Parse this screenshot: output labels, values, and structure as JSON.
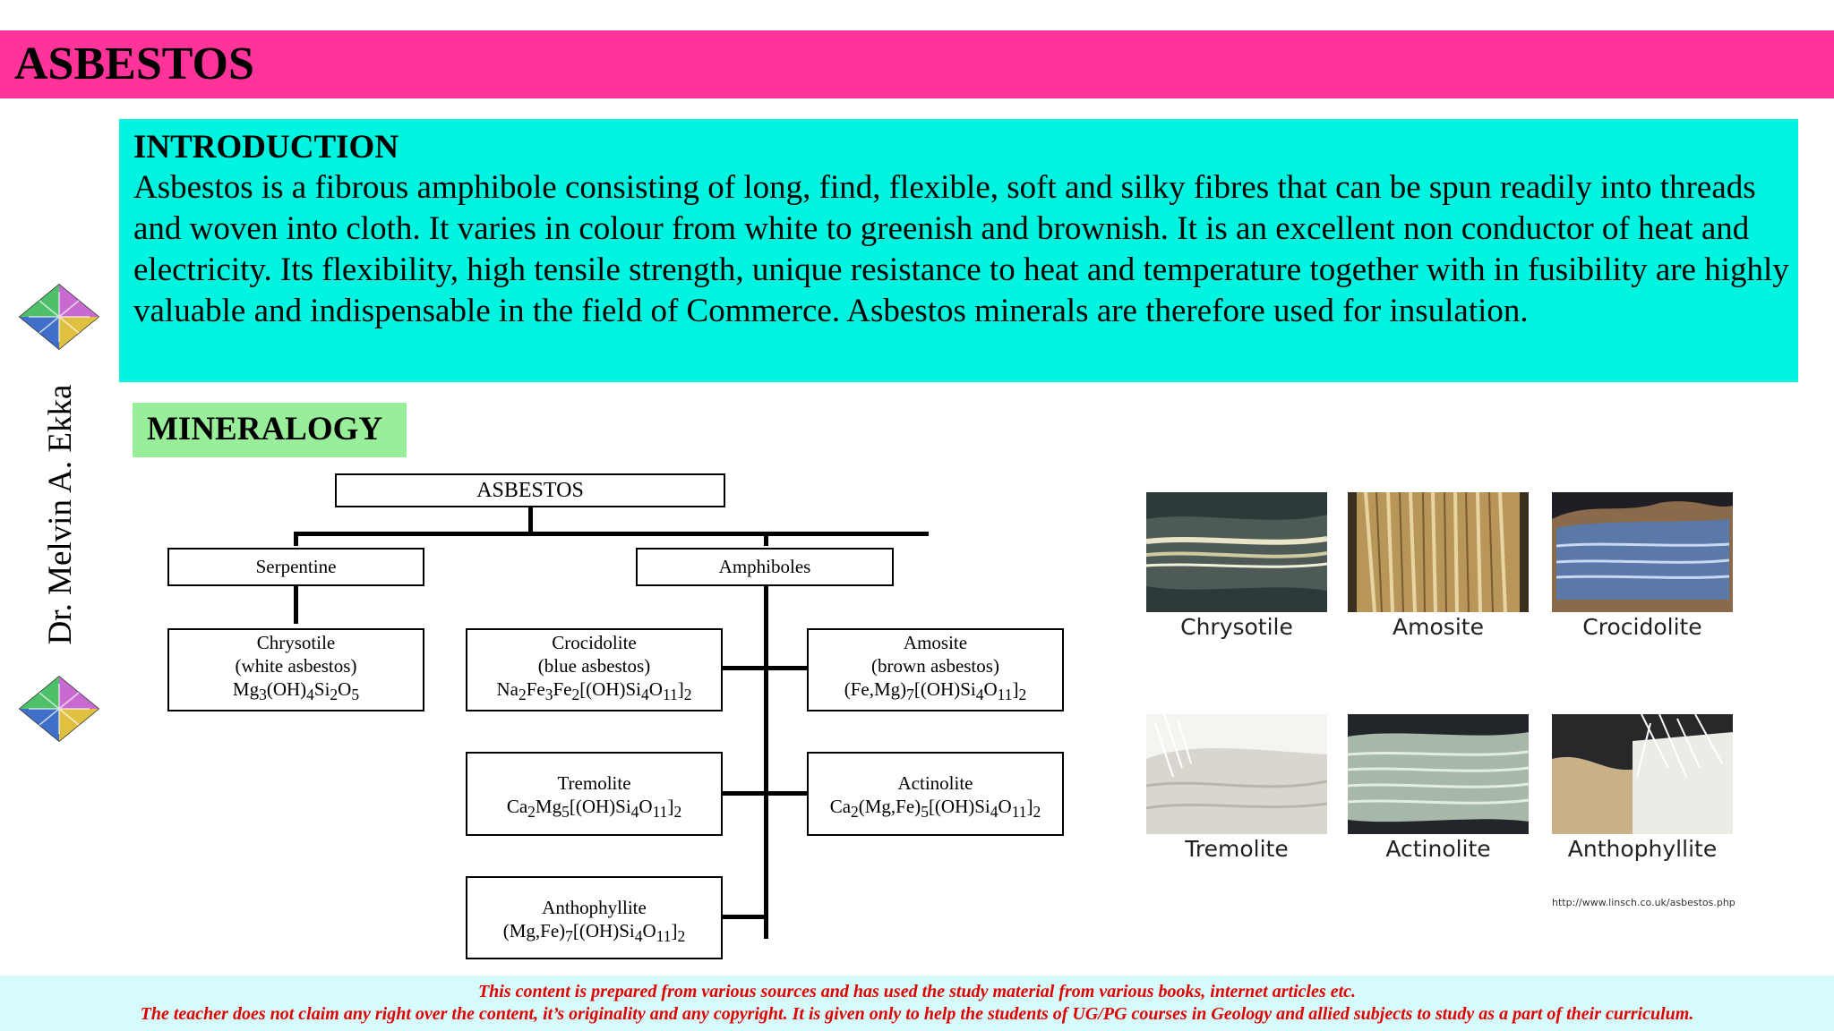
{
  "header": {
    "title": "ASBESTOS"
  },
  "introduction": {
    "heading": "INTRODUCTION",
    "body": "Asbestos is a fibrous amphibole consisting of long, find, flexible, soft and silky fibres that can be spun readily into threads and woven into cloth. It varies in colour from white to greenish and brownish. It is an excellent non conductor of heat and electricity. Its flexibility, high tensile strength, unique resistance to heat and temperature together with in fusibility are highly valuable and indispensable in the field of Commerce. Asbestos minerals are therefore used for insulation."
  },
  "mineralogy": {
    "heading": "MINERALOGY"
  },
  "author": "Dr. Melvin A. Ekka",
  "chart": {
    "root": "ASBESTOS",
    "serpentine": "Serpentine",
    "amphiboles": "Amphiboles",
    "chrysotile": {
      "name": "Chrysotile",
      "desc": "(white asbestos)"
    },
    "crocidolite": {
      "name": "Crocidolite",
      "desc": "(blue asbestos)"
    },
    "amosite": {
      "name": "Amosite",
      "desc": "(brown asbestos)"
    },
    "tremolite": {
      "name": "Tremolite"
    },
    "actinolite": {
      "name": "Actinolite"
    },
    "anthophyllite": {
      "name": "Anthophyllite"
    }
  },
  "photos": [
    {
      "label": "Chrysotile"
    },
    {
      "label": "Amosite"
    },
    {
      "label": "Crocidolite"
    },
    {
      "label": "Tremolite"
    },
    {
      "label": "Actinolite"
    },
    {
      "label": "Anthophyllite"
    }
  ],
  "photo_source": "http://www.linsch.co.uk/asbestos.php",
  "footer": {
    "line1": "This content is prepared from various sources and has used the study material from various books, internet articles etc.",
    "line2": "The teacher does not claim any right over the content, it’s originality and any copyright. It is given only to help the students of UG/PG courses in Geology and allied subjects to study as a part of their curriculum."
  },
  "colors": {
    "title_bar": "#ff3399",
    "intro_bg": "#00f5e0",
    "mineralogy_bg": "#99ee99",
    "footer_bg": "#d6fbfb",
    "footer_text": "#e00000"
  }
}
